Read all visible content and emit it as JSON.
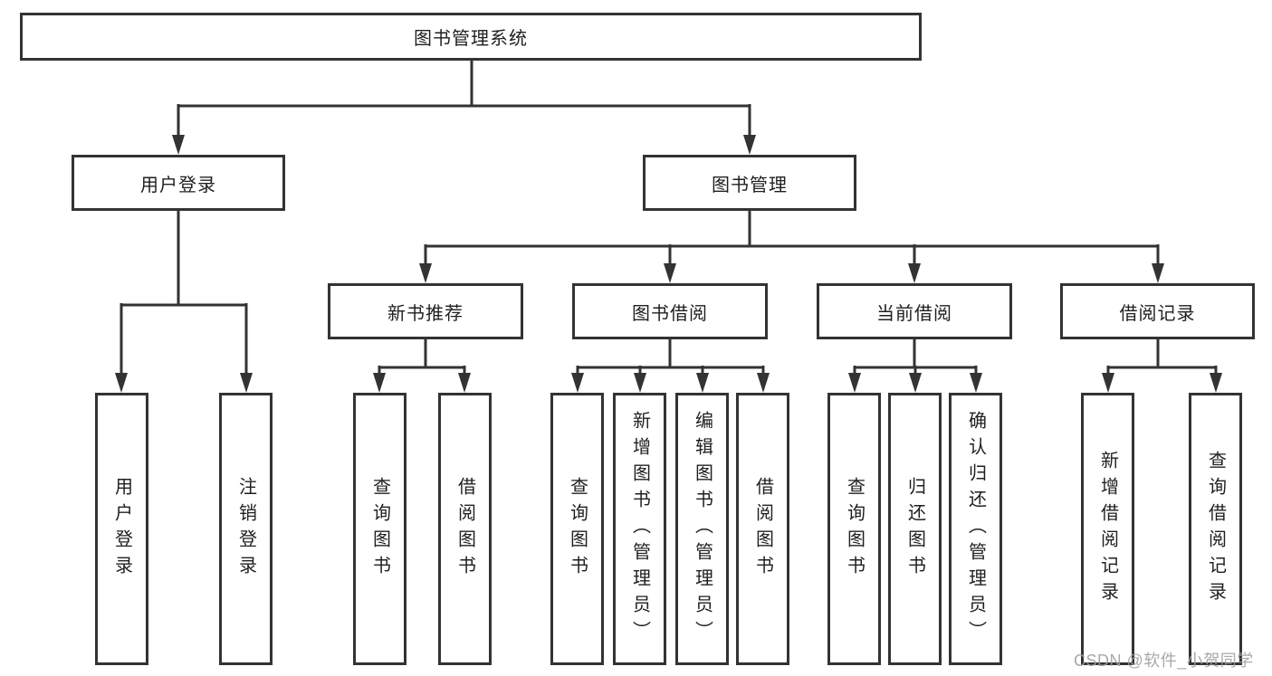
{
  "diagram": {
    "root": {
      "label": "图书管理系统"
    },
    "level1": [
      {
        "label": "用户登录"
      },
      {
        "label": "图书管理"
      }
    ],
    "level2": [
      {
        "label": "新书推荐"
      },
      {
        "label": "图书借阅"
      },
      {
        "label": "当前借阅"
      },
      {
        "label": "借阅记录"
      }
    ],
    "leaves": [
      {
        "label": "用户登录"
      },
      {
        "label": "注销登录"
      },
      {
        "label": "查询图书"
      },
      {
        "label": "借阅图书"
      },
      {
        "label": "查询图书"
      },
      {
        "label": "新增图书（管理员）"
      },
      {
        "label": "编辑图书（管理员）"
      },
      {
        "label": "借阅图书"
      },
      {
        "label": "查询图书"
      },
      {
        "label": "归还图书"
      },
      {
        "label": "确认归还（管理员）"
      },
      {
        "label": "新增借阅记录"
      },
      {
        "label": "查询借阅记录"
      }
    ],
    "colors": {
      "line": "#333333",
      "border": "#333333",
      "text": "#1f1f1f",
      "background": "#ffffff"
    }
  },
  "watermark": {
    "text": "CSDN @软件_小贺同学",
    "color": "#a0a0a0"
  }
}
